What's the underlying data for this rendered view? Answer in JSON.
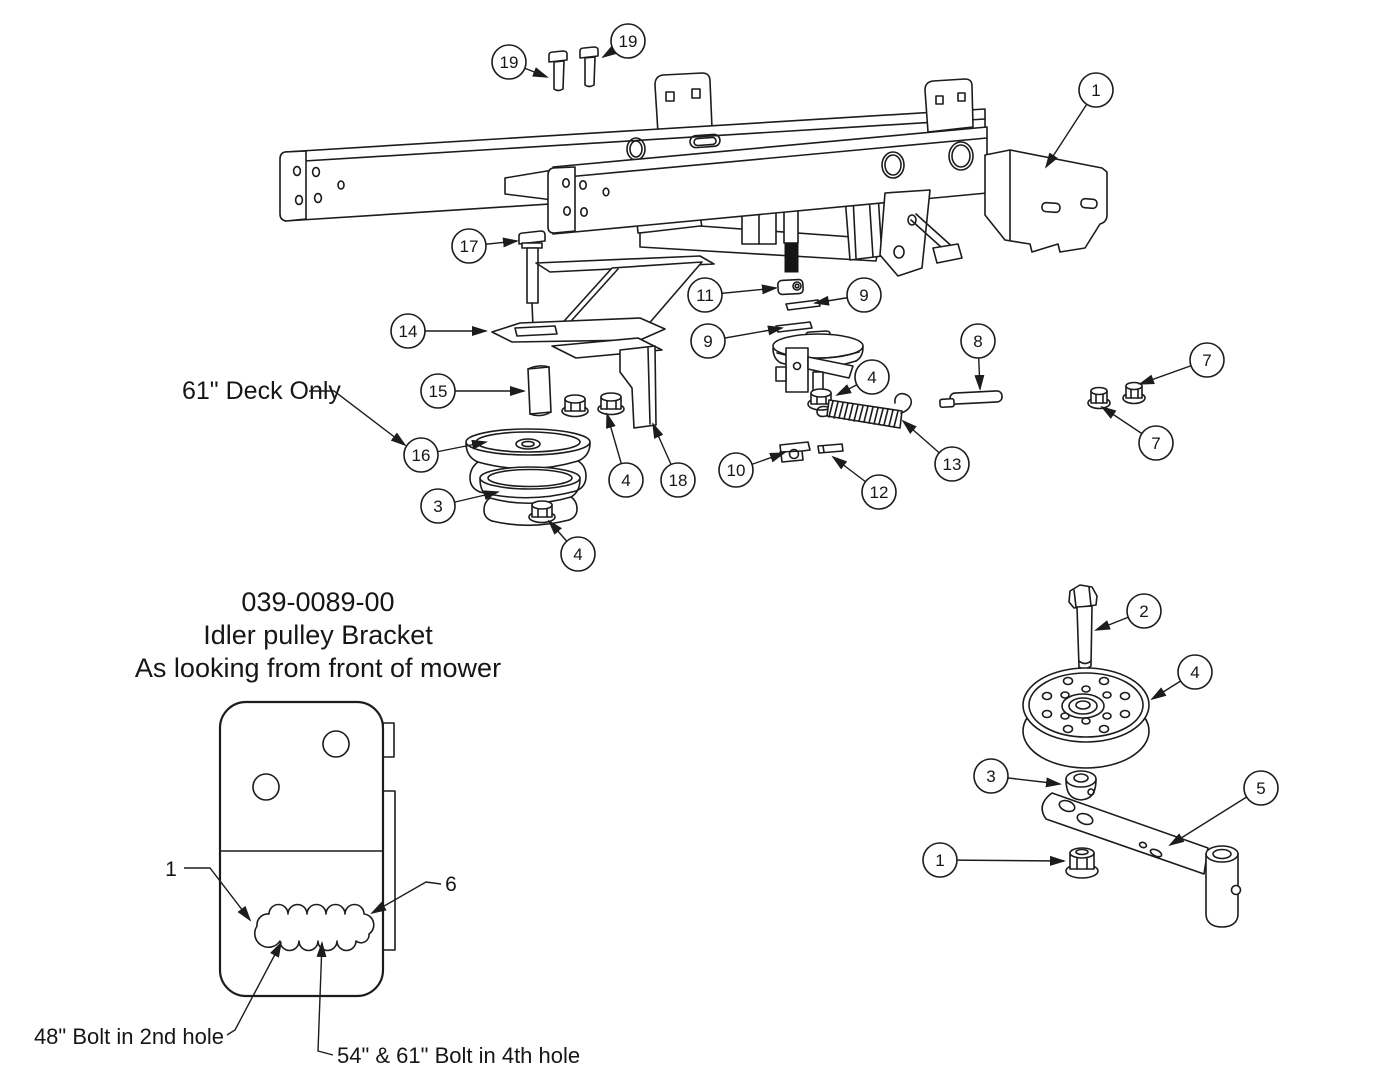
{
  "diagram": {
    "background": "#ffffff",
    "line_color": "#1c1c1c"
  },
  "main_view": {
    "deck_note": "61\" Deck Only",
    "callouts": [
      {
        "label": "19"
      },
      {
        "label": "19"
      },
      {
        "label": "1"
      },
      {
        "label": "17"
      },
      {
        "label": "14"
      },
      {
        "label": "11"
      },
      {
        "label": "9"
      },
      {
        "label": "9"
      },
      {
        "label": "8"
      },
      {
        "label": "7"
      },
      {
        "label": "7"
      },
      {
        "label": "4"
      },
      {
        "label": "13"
      },
      {
        "label": "15"
      },
      {
        "label": "16"
      },
      {
        "label": "3"
      },
      {
        "label": "4"
      },
      {
        "label": "18"
      },
      {
        "label": "4"
      },
      {
        "label": "10"
      },
      {
        "label": "12"
      }
    ]
  },
  "bracket_view": {
    "title_lines": [
      "039-0089-00",
      "Idler pulley Bracket",
      "As looking from front of mower"
    ],
    "left_label": "1",
    "right_label": "6",
    "note_left": "48\" Bolt in 2nd hole",
    "note_right": "54\" & 61\" Bolt in 4th hole"
  },
  "pulley_view": {
    "callouts": [
      {
        "label": "2"
      },
      {
        "label": "4"
      },
      {
        "label": "3"
      },
      {
        "label": "5"
      },
      {
        "label": "1"
      }
    ]
  }
}
